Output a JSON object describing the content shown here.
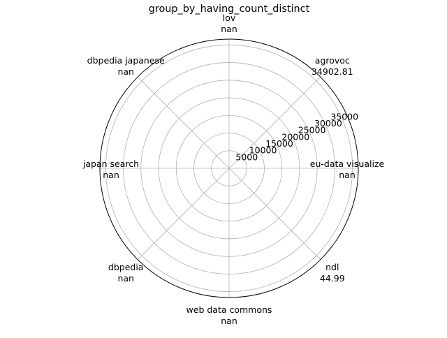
{
  "chart_data": {
    "type": "polar",
    "title": "group_by_having_count_distinct",
    "categories": [
      "agrovoc",
      "lov",
      "dbpedia japanese",
      "japan search",
      "dbpedia",
      "web data commons",
      "ndl",
      "eu-data visualize"
    ],
    "values": [
      34902.81,
      null,
      null,
      null,
      null,
      null,
      44.99,
      null
    ],
    "value_labels": [
      "34902.81",
      "nan",
      "nan",
      "nan",
      "nan",
      "nan",
      "44.99",
      "nan"
    ],
    "radial_ticks": [
      5000,
      10000,
      15000,
      20000,
      25000,
      30000,
      35000
    ],
    "radial_tick_labels": [
      "5000",
      "10000",
      "15000",
      "20000",
      "25000",
      "30000",
      "35000"
    ],
    "rlim": [
      0,
      36647.95
    ],
    "grid": true,
    "colors": {
      "grid": "#b0b0b0",
      "frame": "#000000",
      "text": "#000000"
    }
  }
}
